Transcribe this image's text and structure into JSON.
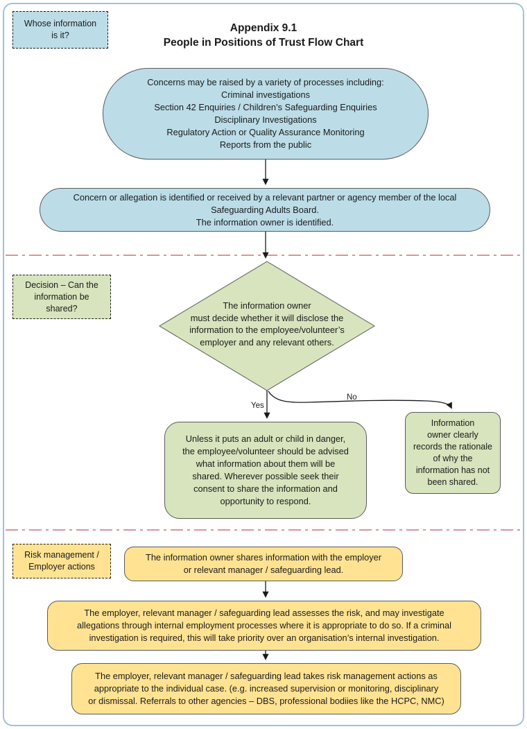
{
  "title": {
    "line1": "Appendix 9.1",
    "line2": "People in Positions of Trust Flow Chart"
  },
  "side_labels": {
    "whose_information": "Whose information\nis it?",
    "decision": "Decision – Can the\ninformation be\nshared?",
    "risk_management": "Risk management /\nEmployer actions"
  },
  "nodes": {
    "concerns": "Concerns may be raised by a variety of processes including:\nCriminal investigations\nSection 42 Enquiries / Children’s Safeguarding Enquiries\nDisciplinary Investigations\nRegulatory Action or Quality Assurance Monitoring\nReports from the public",
    "concern_identified": "Concern or allegation is identified or received by a relevant partner or agency member of the local\nSafeguarding Adults Board.\nThe information owner is identified.",
    "decision_diamond": "The information owner\nmust decide whether it will disclose the\ninformation to the employee/volunteer’s\nemployer and any relevant others.",
    "share_advice": "Unless it puts an adult or child in danger,\nthe employee/volunteer should be advised\nwhat information about them will be\nshared. Wherever possible seek their\nconsent to share the information and\nopportunity to respond.",
    "not_shared_rationale": "Information\nowner clearly\nrecords the rationale\nof why the\ninformation has not\nbeen shared.",
    "owner_shares": "The information owner shares information with the employer\nor relevant manager / safeguarding lead.",
    "employer_assesses": "The employer, relevant manager / safeguarding lead assesses the risk, and may investigate\nallegations through internal employment processes where it is appropriate to do so. If a criminal\ninvestigation is required, this will take priority over an organisation’s internal investigation.",
    "employer_actions": "The employer, relevant manager / safeguarding lead takes risk management actions as\nappropriate to the individual case. (e.g. increased supervision or monitoring, disciplinary\nor dismissal. Referrals to other agencies – DBS, professional bodiies like the HCPC, NMC)"
  },
  "branch_labels": {
    "yes": "Yes",
    "no": "No"
  },
  "colors": {
    "blue_fill": "#BCDDE8",
    "green_fill": "#D7E4BD",
    "yellow_fill": "#FFE392",
    "divider": "#D99694",
    "frame_border": "#9CC2E5"
  }
}
